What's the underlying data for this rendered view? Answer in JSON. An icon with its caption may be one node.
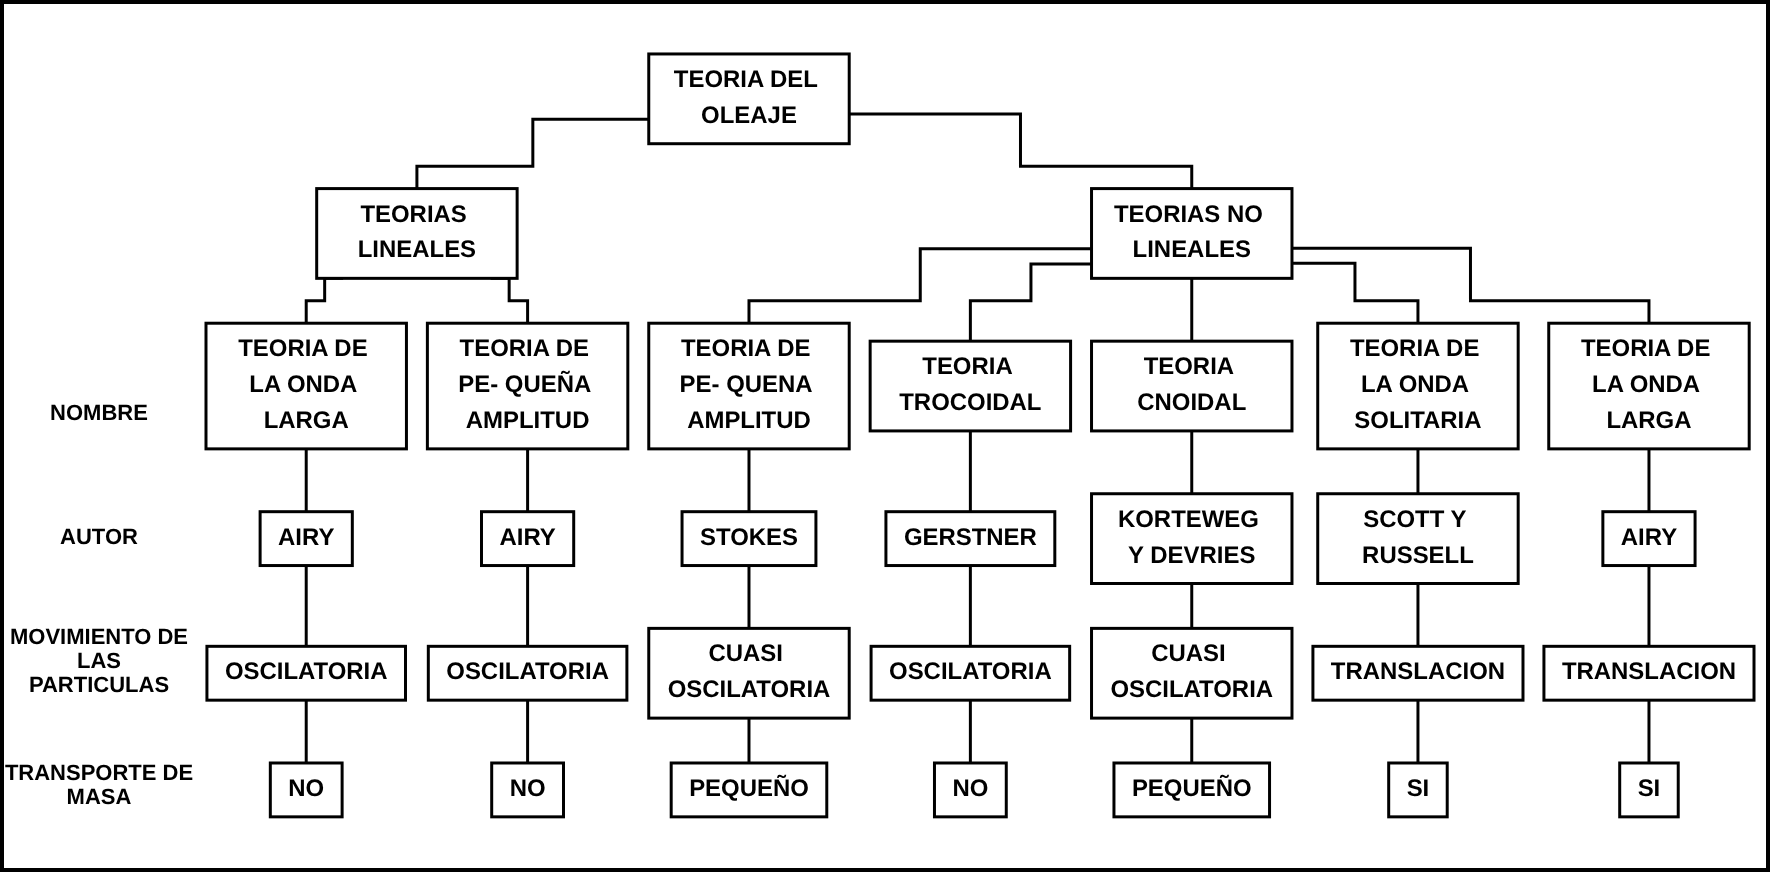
{
  "diagram": {
    "nodes": [
      {
        "text": [
          "TEORIA DEL OLEAJE"
        ]
      },
      {
        "text": [
          "TEORIAS LINEALES"
        ]
      },
      {
        "text": [
          "TEORIAS NO LINEALES"
        ]
      },
      {
        "text": [
          "TEORIA DE LA ONDA LARGA"
        ]
      },
      {
        "text": [
          "AIRY"
        ]
      },
      {
        "text": [
          "OSCILATORIA"
        ]
      },
      {
        "text": [
          "NO"
        ]
      },
      {
        "text": [
          "TEORIA DE PE- QUEÑA AMPLITUD"
        ]
      },
      {
        "text": [
          "AIRY"
        ]
      },
      {
        "text": [
          "OSCILATORIA"
        ]
      },
      {
        "text": [
          "NO"
        ]
      },
      {
        "text": [
          "TEORIA DE PE- QUENA AMPLITUD"
        ]
      },
      {
        "text": [
          "STOKES"
        ]
      },
      {
        "text": [
          "CUASI OSCILATORIA"
        ]
      },
      {
        "text": [
          "PEQUEÑO"
        ]
      },
      {
        "text": [
          "TEORIA TROCOIDAL"
        ]
      },
      {
        "text": [
          "GERSTNER"
        ]
      },
      {
        "text": [
          "OSCILATORIA"
        ]
      },
      {
        "text": [
          "NO"
        ]
      },
      {
        "text": [
          "TEORIA CNOIDAL"
        ]
      },
      {
        "text": [
          "KORTEWEG Y DEVRIES"
        ]
      },
      {
        "text": [
          "CUASI OSCILATORIA"
        ]
      },
      {
        "text": [
          "PEQUEÑO"
        ]
      },
      {
        "text": [
          "TEORIA DE LA ONDA SOLITARIA"
        ]
      },
      {
        "text": [
          "SCOTT Y RUSSELL"
        ]
      },
      {
        "text": [
          "TRANSLACION"
        ]
      },
      {
        "text": [
          "SI"
        ]
      },
      {
        "text": [
          "TEORIA DE LA ONDA LARGA"
        ]
      },
      {
        "text": [
          "AIRY"
        ]
      },
      {
        "text": [
          "TRANSLACION"
        ]
      },
      {
        "text": [
          "SI"
        ]
      }
    ],
    "edges": [
      {
        "from": 0,
        "to": 1,
        "arrow": "none"
      },
      {
        "from": 0,
        "to": 2,
        "arrow": "none"
      },
      {
        "from": 1,
        "to": 3,
        "arrow": "none"
      },
      {
        "from": 1,
        "to": 7,
        "arrow": "none"
      },
      {
        "from": 2,
        "to": 11,
        "arrow": "none"
      },
      {
        "from": 2,
        "to": 15,
        "arrow": "none"
      },
      {
        "from": 2,
        "to": 19,
        "arrow": "none"
      },
      {
        "from": 2,
        "to": 23,
        "arrow": "none"
      },
      {
        "from": 2,
        "to": 27,
        "arrow": "none"
      },
      {
        "from": 3,
        "to": 4,
        "arrow": "none"
      },
      {
        "from": 4,
        "to": 5,
        "arrow": "none"
      },
      {
        "from": 5,
        "to": 6,
        "arrow": "none"
      },
      {
        "from": 7,
        "to": 8,
        "arrow": "none"
      },
      {
        "from": 8,
        "to": 9,
        "arrow": "none"
      },
      {
        "from": 9,
        "to": 10,
        "arrow": "none"
      },
      {
        "from": 11,
        "to": 12,
        "arrow": "none"
      },
      {
        "from": 12,
        "to": 13,
        "arrow": "none"
      },
      {
        "from": 13,
        "to": 14,
        "arrow": "none"
      },
      {
        "from": 15,
        "to": 16,
        "arrow": "none"
      },
      {
        "from": 16,
        "to": 17,
        "arrow": "none"
      },
      {
        "from": 17,
        "to": 18,
        "arrow": "none"
      },
      {
        "from": 19,
        "to": 20,
        "arrow": "none"
      },
      {
        "from": 20,
        "to": 21,
        "arrow": "none"
      },
      {
        "from": 21,
        "to": 22,
        "arrow": "none"
      },
      {
        "from": 23,
        "to": 24,
        "arrow": "none"
      },
      {
        "from": 24,
        "to": 25,
        "arrow": "none"
      },
      {
        "from": 25,
        "to": 26,
        "arrow": "none"
      },
      {
        "from": 27,
        "to": 28,
        "arrow": "none"
      },
      {
        "from": 28,
        "to": 29,
        "arrow": "none"
      },
      {
        "from": 29,
        "to": 30,
        "arrow": "none"
      }
    ],
    "labels": [
      "NOMBRE",
      "AUTOR",
      "MOVIMIENTO DE LAS PARTICULAS",
      "TRANSPORTE DE MASA"
    ]
  }
}
